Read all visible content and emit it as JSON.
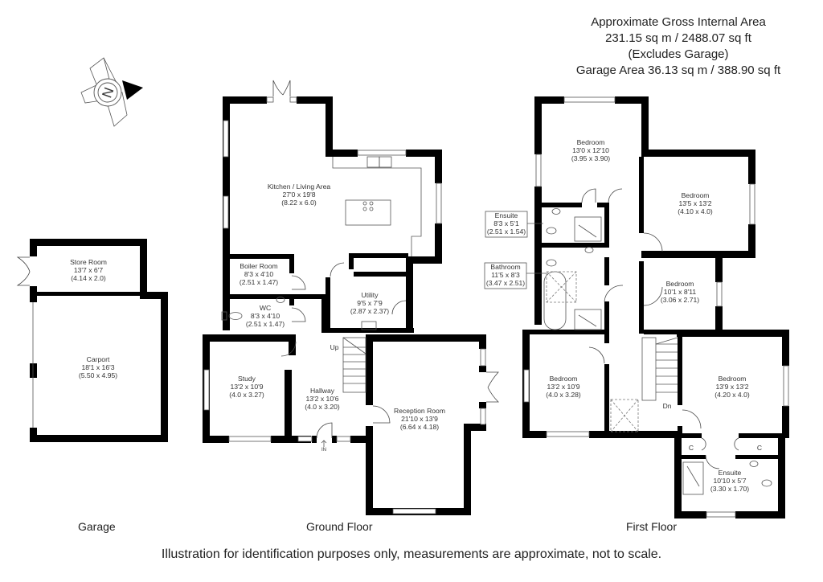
{
  "header": {
    "area_title": "Approximate Gross Internal Area",
    "area_main": "231.15 sq m / 2488.07 sq ft",
    "area_note": "(Excludes Garage)",
    "garage_area": "Garage Area 36.13 sq m / 388.90 sq ft"
  },
  "compass": {
    "icon": "compass-north-icon",
    "letter": "N"
  },
  "floors": [
    {
      "id": "garage",
      "label": "Garage"
    },
    {
      "id": "ground",
      "label": "Ground Floor"
    },
    {
      "id": "first",
      "label": "First Floor"
    }
  ],
  "rooms": {
    "store_room": {
      "name": "Store Room",
      "imperial": "13'7 x 6'7",
      "metric": "(4.14 x 2.0)"
    },
    "carport": {
      "name": "Carport",
      "imperial": "18'1 x 16'3",
      "metric": "(5.50 x 4.95)"
    },
    "kitchen": {
      "name": "Kitchen / Living Area",
      "imperial": "27'0 x 19'8",
      "metric": "(8.22 x 6.0)"
    },
    "boiler_room": {
      "name": "Boiler Room",
      "imperial": "8'3 x 4'10",
      "metric": "(2.51 x 1.47)"
    },
    "wc": {
      "name": "WC",
      "imperial": "8'3 x 4'10",
      "metric": "(2.51 x 1.47)"
    },
    "utility": {
      "name": "Utility",
      "imperial": "9'5 x 7'9",
      "metric": "(2.87 x 2.37)"
    },
    "study": {
      "name": "Study",
      "imperial": "13'2 x 10'9",
      "metric": "(4.0 x 3.27)"
    },
    "hallway": {
      "name": "Hallway",
      "imperial": "13'2 x 10'6",
      "metric": "(4.0 x 3.20)"
    },
    "reception": {
      "name": "Reception Room",
      "imperial": "21'10 x 13'9",
      "metric": "(6.64 x 4.18)"
    },
    "bedroom1": {
      "name": "Bedroom",
      "imperial": "13'0 x 12'10",
      "metric": "(3.95 x 3.90)"
    },
    "bedroom2": {
      "name": "Bedroom",
      "imperial": "13'5 x 13'2",
      "metric": "(4.10 x 4.0)"
    },
    "ensuite1": {
      "name": "Ensuite",
      "imperial": "8'3 x 5'1",
      "metric": "(2.51 x 1.54)"
    },
    "bathroom": {
      "name": "Bathroom",
      "imperial": "11'5 x 8'3",
      "metric": "(3.47 x 2.51)"
    },
    "bedroom3": {
      "name": "Bedroom",
      "imperial": "10'1 x 8'11",
      "metric": "(3.06 x 2.71)"
    },
    "bedroom4": {
      "name": "Bedroom",
      "imperial": "13'2 x 10'9",
      "metric": "(4.0 x 3.28)"
    },
    "bedroom5": {
      "name": "Bedroom",
      "imperial": "13'9 x 13'2",
      "metric": "(4.20 x 4.0)"
    },
    "ensuite2": {
      "name": "Ensuite",
      "imperial": "10'10 x 5'7",
      "metric": "(3.30 x 1.70)"
    }
  },
  "markers": {
    "stairs_up": "Up",
    "stairs_down": "Dn",
    "entrance": "IN",
    "cupboard": "C"
  },
  "footer": {
    "disclaimer": "Illustration for identification purposes only, measurements are approximate, not to scale."
  }
}
